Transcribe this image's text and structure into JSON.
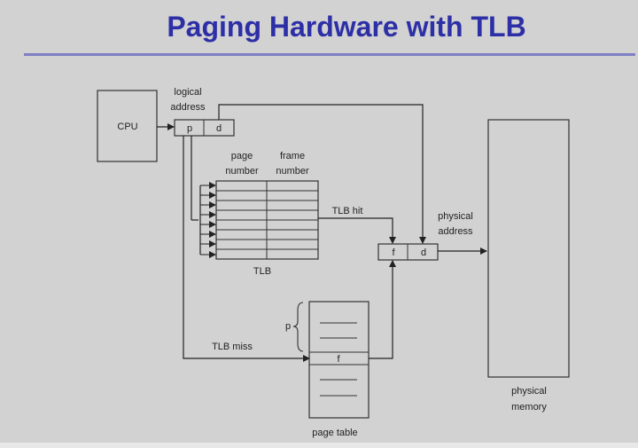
{
  "slide": {
    "title": "Paging Hardware with TLB"
  },
  "diagram": {
    "cpu": "CPU",
    "logical_address": [
      "logical",
      "address"
    ],
    "p": "p",
    "d": "d",
    "page_number": [
      "page",
      "number"
    ],
    "frame_number": [
      "frame",
      "number"
    ],
    "tlb": "TLB",
    "tlb_hit": "TLB hit",
    "tlb_miss": "TLB miss",
    "physical_address": [
      "physical",
      "address"
    ],
    "f": "f",
    "page_table_p": "p",
    "page_table_f": "f",
    "page_table": "page table",
    "physical_memory": [
      "physical",
      "memory"
    ]
  },
  "colors": {
    "title": "#2d2fa6",
    "rule": "#7f7fc4",
    "background": "#d2d2d2",
    "line": "#222222"
  }
}
